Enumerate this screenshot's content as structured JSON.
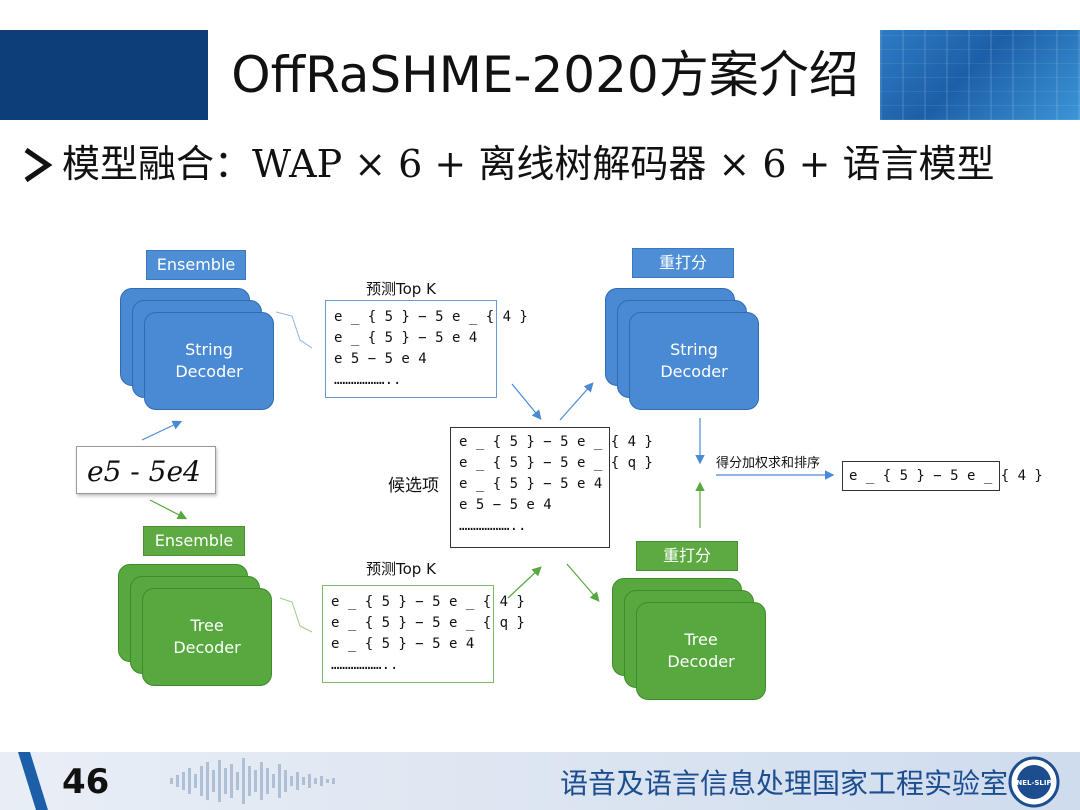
{
  "header": {
    "title": "OffRaSHME-2020方案介绍"
  },
  "bullet": {
    "text": "模型融合：WAP × 6 + 离线树解码器 × 6 + 语言模型"
  },
  "diagram": {
    "input_formula": "e5 - 5e4",
    "ensemble_label": "Ensemble",
    "rescore_label": "重打分",
    "string_decoder": [
      "String",
      "Decoder"
    ],
    "tree_decoder": [
      "Tree",
      "Decoder"
    ],
    "predict_topk_label": "预测Top K",
    "string_topk": [
      "e _ { 5 } − 5 e _ { 4 }",
      "e _ { 5 } − 5 e 4",
      "e 5 − 5 e 4",
      "……………….."
    ],
    "tree_topk": [
      "e _ { 5 } − 5 e _ { 4 }",
      "e _ { 5 } − 5 e _ { q }",
      "e _ { 5 } − 5 e 4",
      "……………….."
    ],
    "candidates_label": "候选项",
    "candidates": [
      "e _ { 5 } − 5 e _ { 4 }",
      "e _ { 5 } − 5 e _ { q }",
      "e _ { 5 } − 5 e 4",
      "e 5 − 5 e 4",
      "……………….."
    ],
    "weighted_sort_label": "得分加权求和排序",
    "final_result": "e _ { 5 } − 5 e _ { 4 }",
    "colors": {
      "blue": "#4a8ad4",
      "green": "#57a83e",
      "header_navy": "#0d3e7a"
    }
  },
  "footer": {
    "page_number": "46",
    "lab_name": "语音及语言信息处理国家工程实验室",
    "logo_text": "NEL-SLIP"
  }
}
